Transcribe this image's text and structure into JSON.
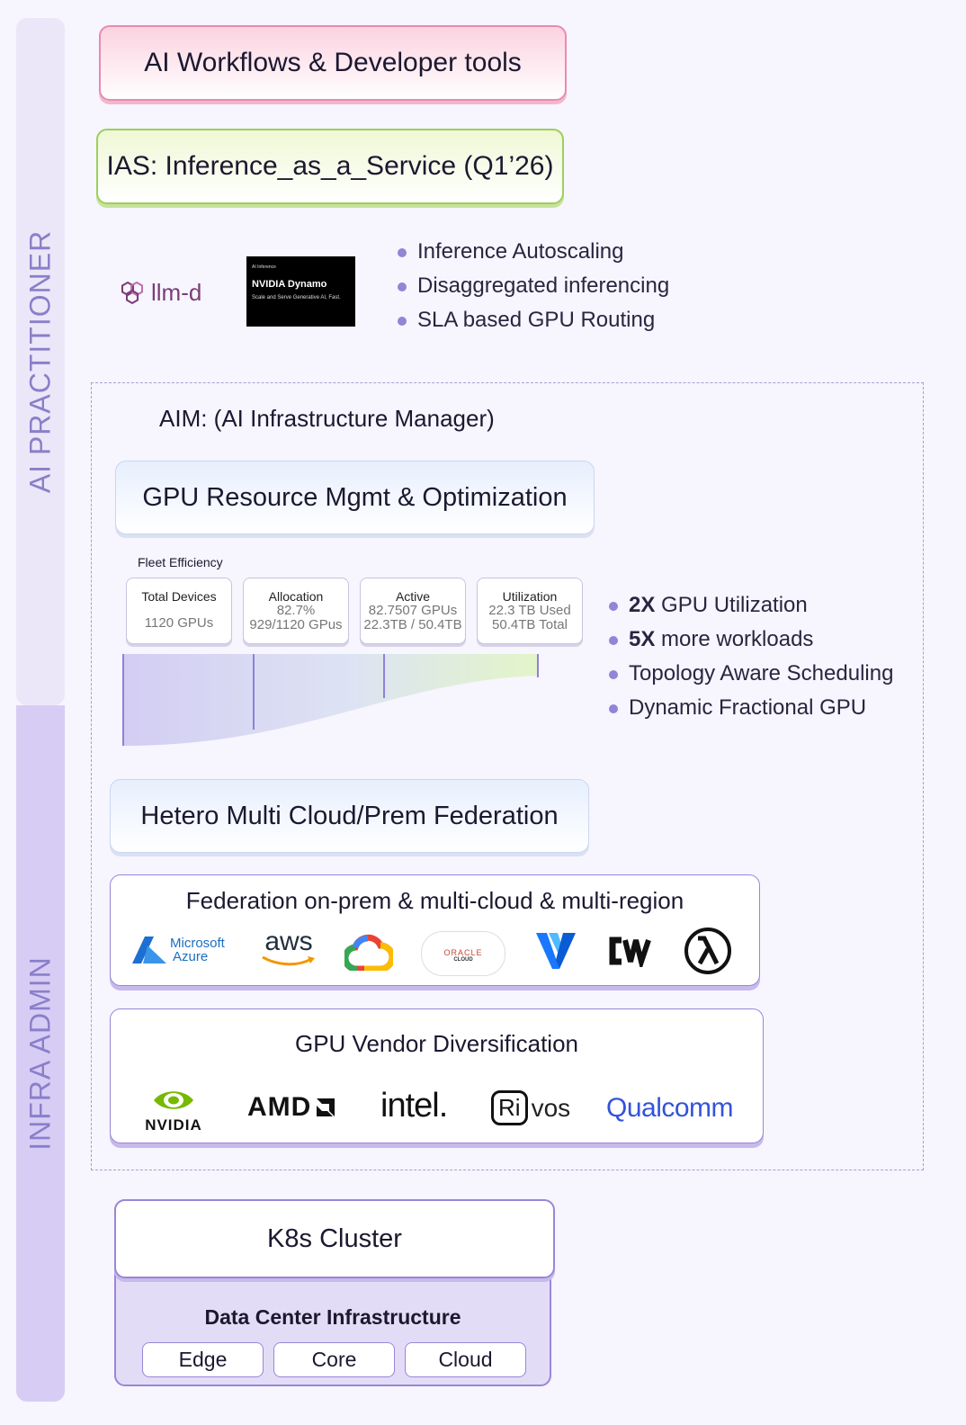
{
  "rails": {
    "ai_practitioner": "AI PRACTITIONER",
    "infra_admin": "INFRA ADMIN"
  },
  "workflows": {
    "label": "AI Workflows & Developer tools"
  },
  "ias": {
    "label": "IAS: Inference_as_a_Service (Q1’26)",
    "logos": {
      "llmd": "llm-d",
      "dynamo_tag": "AI Inference",
      "dynamo_name": "NVIDIA Dynamo",
      "dynamo_tagline": "Scale and Serve Generative AI, Fast."
    },
    "bullets": [
      "Inference Autoscaling",
      "Disaggregated inferencing",
      "SLA based GPU Routing"
    ]
  },
  "aim": {
    "title": "AIM: (AI Infrastructure Manager)",
    "gpu_box": "GPU Resource Mgmt & Optimization",
    "fleet": {
      "title": "Fleet Efficiency",
      "cards": [
        {
          "title": "Total Devices",
          "lines": [
            "1120 GPUs"
          ]
        },
        {
          "title": "Allocation",
          "lines": [
            "82.7%",
            "929/1120 GPus"
          ]
        },
        {
          "title": "Active",
          "lines": [
            "82.7507 GPUs",
            "22.3TB / 50.4TB"
          ]
        },
        {
          "title": "Utilization",
          "lines": [
            "22.3 TB Used",
            "50.4TB Total"
          ]
        }
      ]
    },
    "gpu_bullets": [
      {
        "bold": "2X",
        "text": " GPU Utilization"
      },
      {
        "bold": "5X",
        "text": " more workloads"
      },
      {
        "bold": "",
        "text": "Topology Aware Scheduling"
      },
      {
        "bold": "",
        "text": "Dynamic Fractional GPU"
      }
    ],
    "hetero_box": "Hetero Multi Cloud/Prem Federation",
    "federation": {
      "title": "Federation on-prem & multi-cloud & multi-region",
      "clouds": [
        "Microsoft",
        "Azure",
        "aws",
        "ORACLE",
        "CLOUD"
      ]
    },
    "vendors": {
      "title": "GPU Vendor Diversification",
      "names": [
        "NVIDIA",
        "AMD",
        "intel.",
        "Ri",
        "vos",
        "Qualcomm"
      ]
    }
  },
  "k8s": {
    "label": "K8s Cluster",
    "dc_title": "Data Center Infrastructure",
    "chips": [
      "Edge",
      "Core",
      "Cloud"
    ]
  },
  "colors": {
    "rail_ai": "#ebe7f8",
    "rail_infra": "#d7cdf4",
    "pink_border": "#e98bb0",
    "green_border": "#9ccf5c",
    "purple_border": "#9a86d8",
    "bullet": "#8f86d6"
  }
}
